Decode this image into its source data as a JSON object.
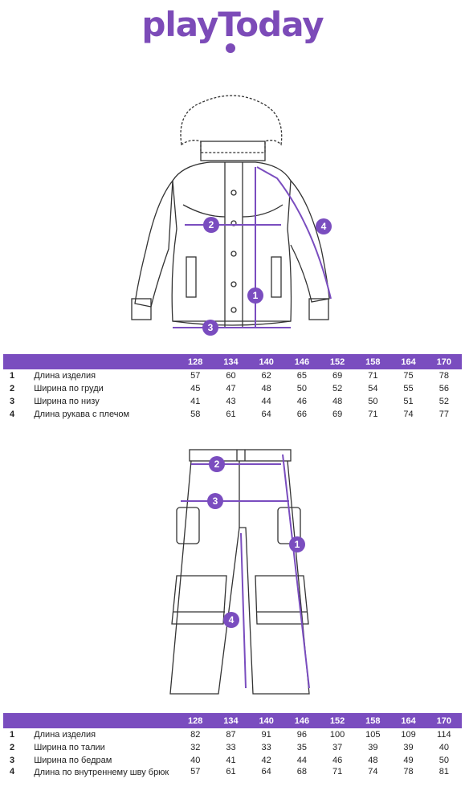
{
  "brand": {
    "logo": "playToday"
  },
  "sizes": [
    "128",
    "134",
    "140",
    "146",
    "152",
    "158",
    "164",
    "170"
  ],
  "jacket": {
    "rows": [
      {
        "num": "1",
        "name": "Длина изделия",
        "values": [
          "57",
          "60",
          "62",
          "65",
          "69",
          "71",
          "75",
          "78"
        ]
      },
      {
        "num": "2",
        "name": "Ширина по груди",
        "values": [
          "45",
          "47",
          "48",
          "50",
          "52",
          "54",
          "55",
          "56"
        ]
      },
      {
        "num": "3",
        "name": "Ширина по низу",
        "values": [
          "41",
          "43",
          "44",
          "46",
          "48",
          "50",
          "51",
          "52"
        ]
      },
      {
        "num": "4",
        "name": "Длина рукава с плечом",
        "values": [
          "58",
          "61",
          "64",
          "66",
          "69",
          "71",
          "74",
          "77"
        ]
      }
    ],
    "markers": [
      "1",
      "2",
      "3",
      "4"
    ]
  },
  "pants": {
    "rows": [
      {
        "num": "1",
        "name": "Длина изделия",
        "values": [
          "82",
          "87",
          "91",
          "96",
          "100",
          "105",
          "109",
          "114"
        ]
      },
      {
        "num": "2",
        "name": "Ширина по талии",
        "values": [
          "32",
          "33",
          "33",
          "35",
          "37",
          "39",
          "39",
          "40"
        ]
      },
      {
        "num": "3",
        "name": "Ширина по бедрам",
        "values": [
          "40",
          "41",
          "42",
          "44",
          "46",
          "48",
          "49",
          "50"
        ]
      },
      {
        "num": "4",
        "name": "Длина по внутреннему шву брюк",
        "values": [
          "57",
          "61",
          "64",
          "68",
          "71",
          "74",
          "78",
          "81"
        ]
      }
    ],
    "markers": [
      "1",
      "2",
      "3",
      "4"
    ]
  },
  "colors": {
    "accent": "#7a4dbf",
    "line": "#333333"
  }
}
